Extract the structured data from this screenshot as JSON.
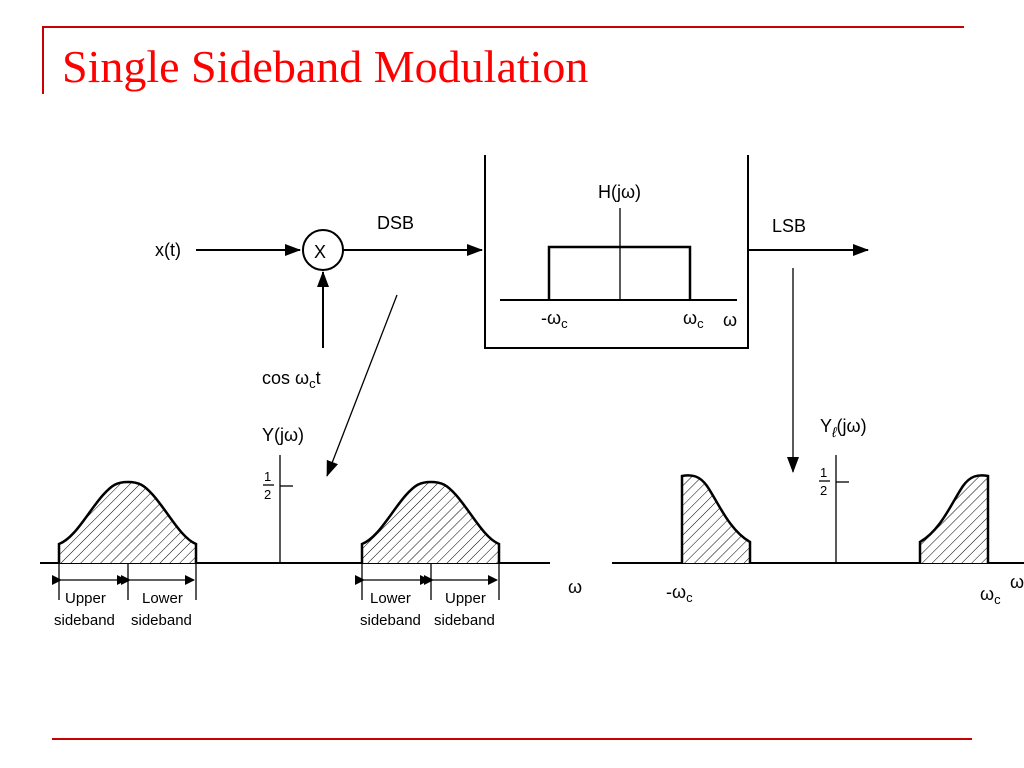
{
  "slide": {
    "title": "Single Sideband Modulation"
  },
  "diagram": {
    "input_label": "x(t)",
    "multiplier_symbol": "X",
    "dsb_label": "DSB",
    "carrier_label_prefix": "cos ω",
    "carrier_label_sub": "c",
    "carrier_label_suffix": "t",
    "filter_label": "H(jω)",
    "filter_neg_wc": "-ω",
    "filter_pos_wc": "ω",
    "filter_wc_sub": "c",
    "filter_axis": "ω",
    "output_label": "LSB",
    "dsb_spectrum": {
      "label": "Y(jω)",
      "half_num": "1",
      "half_den": "2",
      "axis": "ω",
      "left_bands": [
        "Upper",
        "sideband",
        "Lower",
        "sideband"
      ],
      "right_bands": [
        "Lower",
        "sideband",
        "Upper",
        "sideband"
      ]
    },
    "lsb_spectrum": {
      "label_main": "Y",
      "label_sub": "ℓ",
      "label_rest": "(jω)",
      "half_num": "1",
      "half_den": "2",
      "neg_wc": "-ω",
      "pos_wc": "ω",
      "wc_sub": "c",
      "axis": "ω"
    }
  }
}
